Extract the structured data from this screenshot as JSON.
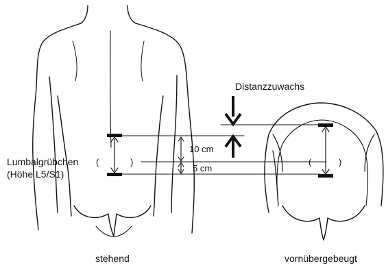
{
  "labels": {
    "distance_increase": "Distanzzuwachs",
    "lumbar_dimples_line1": "Lumbalgrübchen",
    "lumbar_dimples_line2": "(Höhe L5/S1)",
    "ten_cm": "10 cm",
    "five_cm": "5 cm",
    "standing": "stehend",
    "bent_forward": "vornübergebeugt"
  },
  "measurements": {
    "upper_mark_above_dimples_cm": 10,
    "lower_mark_below_dimples_cm": 5
  },
  "colors": {
    "ink": "#111111",
    "background": "#ffffff"
  }
}
